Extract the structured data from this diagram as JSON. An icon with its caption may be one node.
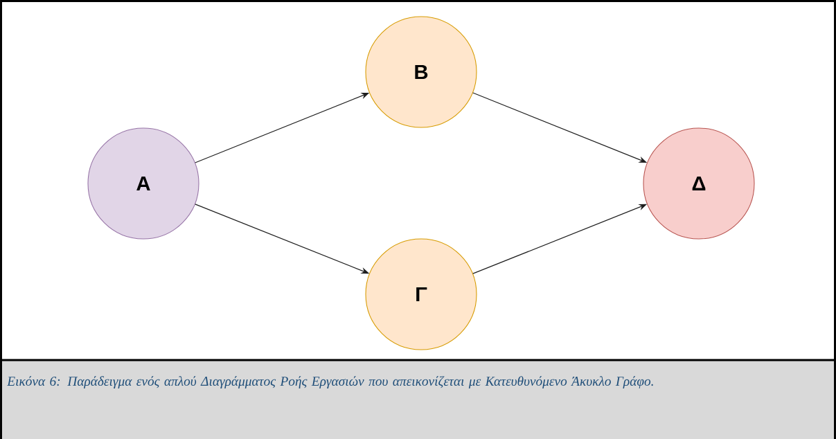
{
  "diagram": {
    "caption": "Εικόνα 6: Παράδειγμα ενός απλού Διαγράμματος Ροής Εργασιών που απεικονίζεται με Κατευθυνόμενο Άκυκλο Γράφο.",
    "nodes": [
      {
        "text": [
          "Α"
        ]
      },
      {
        "text": [
          "Β"
        ]
      },
      {
        "text": [
          "Γ"
        ]
      },
      {
        "text": [
          "Δ"
        ]
      }
    ],
    "edges": [
      {
        "from": 0,
        "to": 1,
        "arrow": "to"
      },
      {
        "from": 0,
        "to": 2,
        "arrow": "to"
      },
      {
        "from": 1,
        "to": 3,
        "arrow": "to"
      },
      {
        "from": 2,
        "to": 3,
        "arrow": "to"
      }
    ]
  }
}
